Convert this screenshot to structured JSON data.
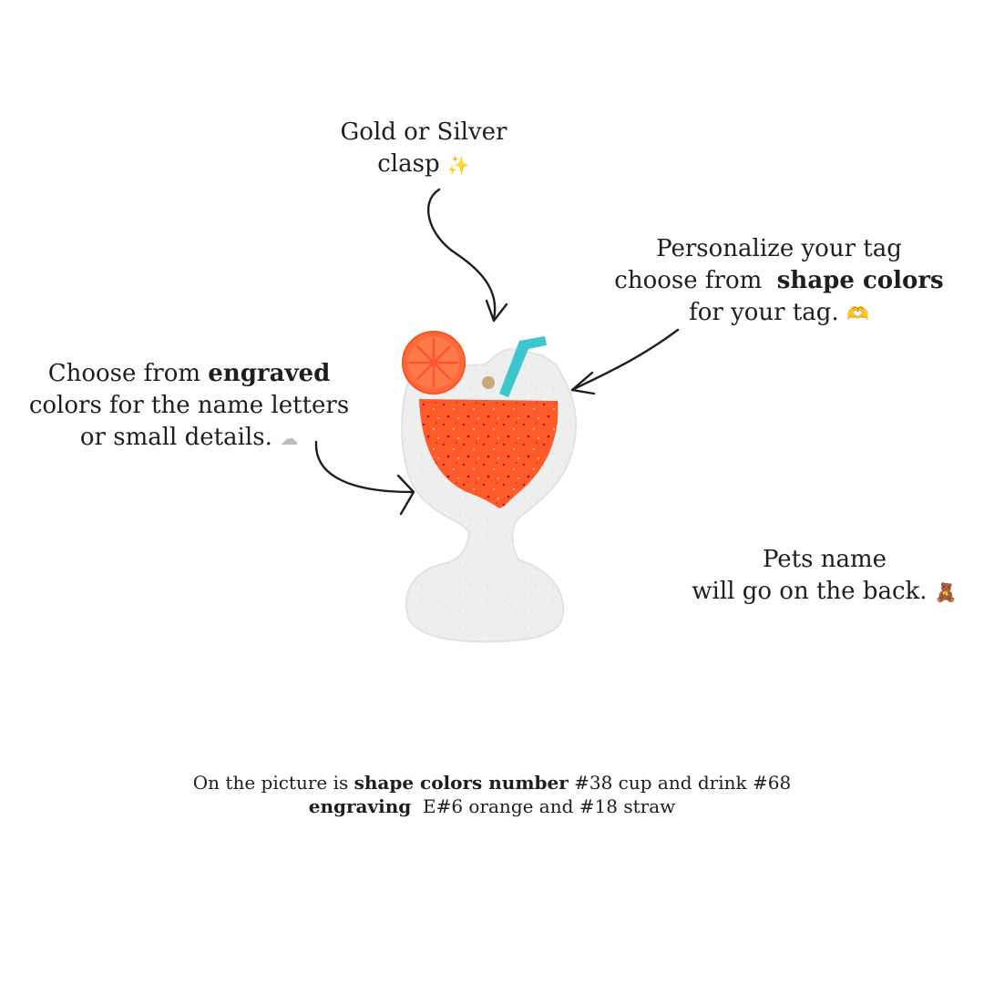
{
  "notes": {
    "clasp": {
      "line1": "Gold or Silver",
      "line2": "clasp",
      "icon": "sparkles-icon"
    },
    "personalize": {
      "line1": "Personalize your tag",
      "line2_pre": "choose from",
      "line2_bold": "shape colors",
      "line3": "for your tag.",
      "icon": "heart-hands-icon"
    },
    "engraved": {
      "line1_pre": "Choose from",
      "line1_bold": "engraved",
      "line2": "colors for the name letters",
      "line3": "or small details.",
      "icon": "cloud-icon"
    },
    "pets": {
      "line1": "Pets name",
      "line2": "will go on the back.",
      "icon": "teddy-bear-icon"
    }
  },
  "caption": {
    "line1_pre": "On the picture is",
    "line1_bold": "shape colors number",
    "line1_post": "#38 cup and drink #68",
    "line2_bold": "engraving",
    "line2_post": "E#6 orange and #18 straw"
  },
  "colors": {
    "drink": "#ff5a2a",
    "orange": "#ff6a3a",
    "straw": "#3cc7cf",
    "glass": "#eeeeee",
    "ink": "#1e1e1e"
  }
}
